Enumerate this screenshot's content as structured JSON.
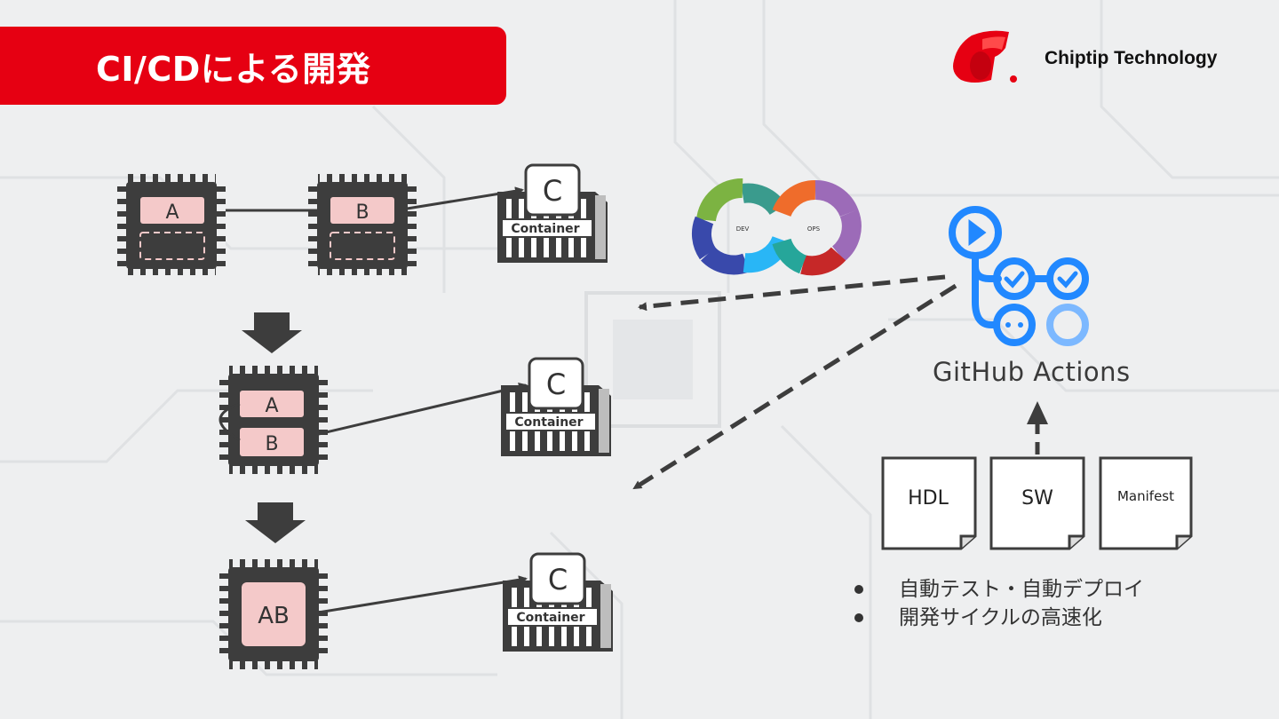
{
  "header": {
    "title": "CI/CDによる開発",
    "brand": "Chiptip Technology"
  },
  "colors": {
    "accent": "#e60012",
    "chip": "#3d3d3d",
    "module": "#f4c9c9",
    "actions_blue": "#2188ff"
  },
  "chips": {
    "top_a": "A",
    "top_b": "B",
    "middle_a": "A",
    "middle_b": "B",
    "bottom_ab": "AB"
  },
  "containers": [
    {
      "badge": "C",
      "label": "Container"
    },
    {
      "badge": "C",
      "label": "Container"
    },
    {
      "badge": "C",
      "label": "Container"
    }
  ],
  "devops": {
    "dev": "DEV",
    "ops": "OPS"
  },
  "actions": {
    "label": "GitHub Actions"
  },
  "sources": [
    {
      "label": "HDL"
    },
    {
      "label": "SW"
    },
    {
      "label": "Manifest"
    }
  ],
  "bullets": [
    "自動テスト・自動デプロイ",
    "開発サイクルの高速化"
  ],
  "icons": [
    "down-arrow-icon",
    "dashed-arrow-icon",
    "devops-loop-icon",
    "github-actions-icon",
    "document-icon",
    "container-icon"
  ]
}
